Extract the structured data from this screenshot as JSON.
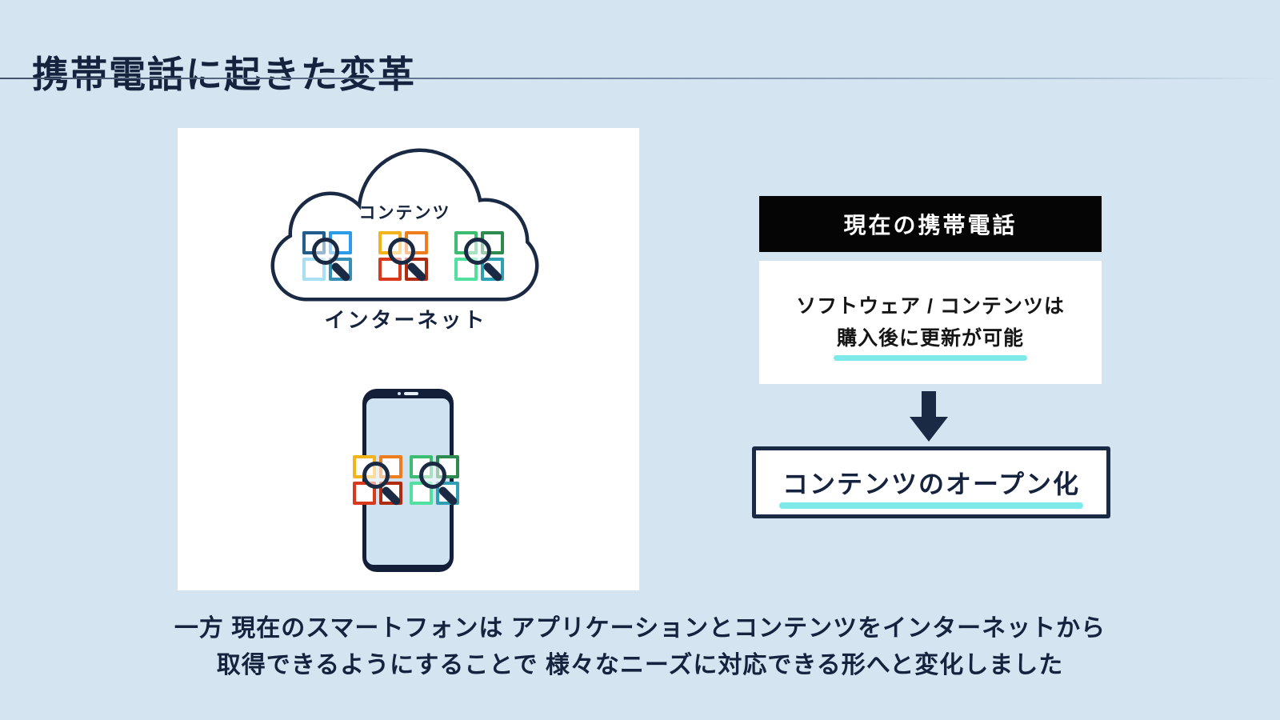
{
  "title": "携帯電話に起きた変革",
  "diagram": {
    "cloud_label": "コンテンツ",
    "internet_label": "インターネット"
  },
  "right_panel": {
    "header": "現在の携帯電話",
    "body_line1": "ソフトウェア / コンテンツは",
    "body_line2": "購入後に更新が可能",
    "result": "コンテンツのオープン化"
  },
  "caption": {
    "line1": "一方 現在のスマートフォンは アプリケーションとコンテンツをインターネットから",
    "line2": "取得できるようにすることで 様々なニーズに対応できる形へと変化しました"
  },
  "colors": {
    "background": "#d4e5f1",
    "navy": "#1b2a44",
    "cyan_underline": "#7de9e9",
    "header_bg": "#050505",
    "panel_bg": "#ffffff",
    "phone_screen": "#cfe2f1"
  },
  "app_icons": {
    "cloud": [
      {
        "tl": "#215e8e",
        "tr": "#2d9ce8",
        "bl": "#a8dff2",
        "br": "#3590b5"
      },
      {
        "tl": "#f2b31c",
        "tr": "#ed7d1f",
        "bl": "#d93a1c",
        "br": "#b02c10"
      },
      {
        "tl": "#3dbd72",
        "tr": "#2e8b50",
        "bl": "#52e0a0",
        "br": "#2fa0b4"
      }
    ],
    "phone": [
      {
        "tl": "#f2b31c",
        "tr": "#ed7d1f",
        "bl": "#d93a1c",
        "br": "#b02c10"
      },
      {
        "tl": "#3dbd72",
        "tr": "#2e8b50",
        "bl": "#52e0a0",
        "br": "#2fa0b4"
      }
    ]
  }
}
